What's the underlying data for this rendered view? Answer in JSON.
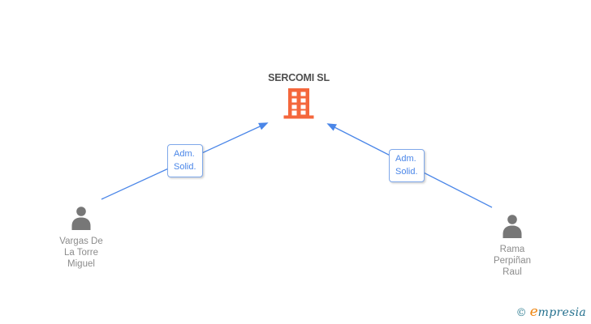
{
  "diagram": {
    "company": {
      "name": "SERCOMI SL"
    },
    "persons": [
      {
        "lines": [
          "Vargas De",
          "La Torre",
          "Miguel"
        ]
      },
      {
        "lines": [
          "Rama",
          "Perpiñan",
          "Raul"
        ]
      }
    ],
    "edges": [
      {
        "from": "Vargas De La Torre Miguel",
        "to": "SERCOMI SL",
        "label_lines": [
          "Adm.",
          "Solid."
        ]
      },
      {
        "from": "Rama Perpiñan Raul",
        "to": "SERCOMI SL",
        "label_lines": [
          "Adm.",
          "Solid."
        ]
      }
    ]
  },
  "watermark": {
    "copyright_symbol": "©",
    "brand_initial": "e",
    "brand_rest": "mpresia"
  },
  "colors": {
    "building_orange": "#f4673c",
    "arrow_blue": "#4a86e8",
    "label_border_blue": "#7fa8ea",
    "label_text_blue": "#4a86e8",
    "person_gray": "#777777",
    "name_text_gray": "#8c8c8c",
    "title_text": "#4f4f4f",
    "brand_teal": "#24708e",
    "brand_orange": "#ee8612"
  }
}
